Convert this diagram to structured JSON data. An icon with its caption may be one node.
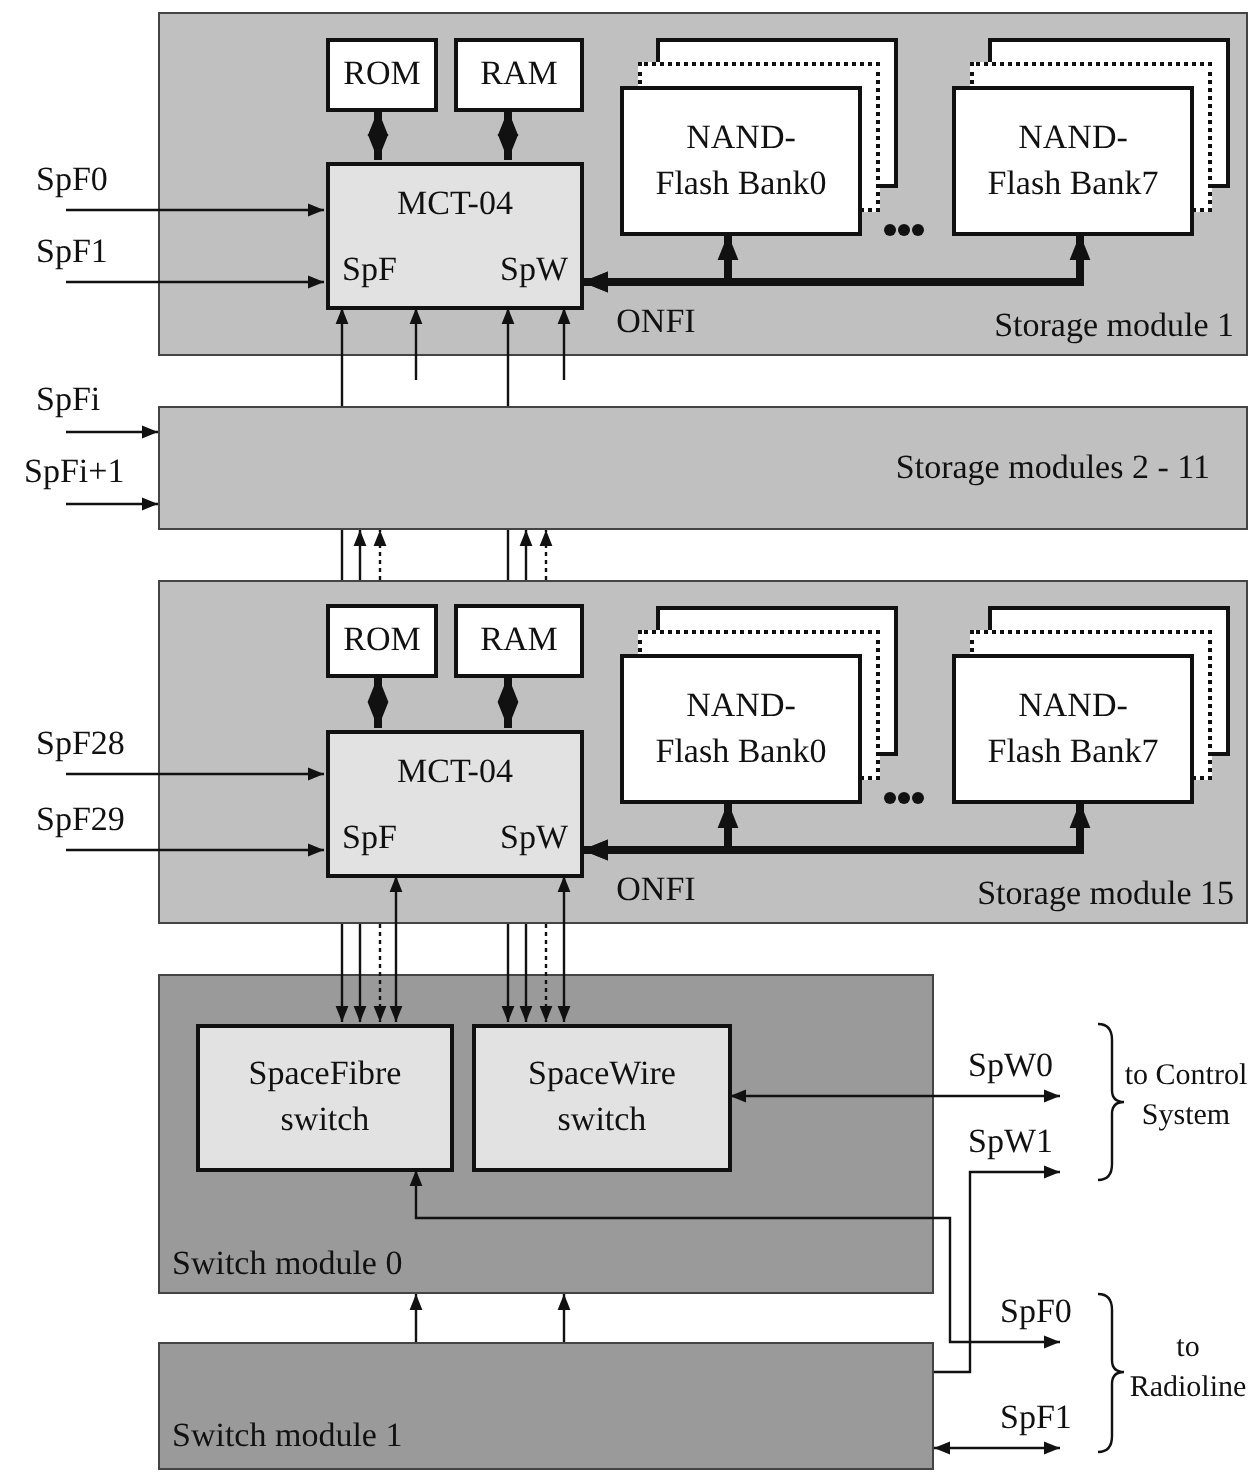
{
  "diagram": {
    "nodes": [
      {
        "text": [
          "Storage module 1"
        ]
      },
      {
        "text": [
          "ROM"
        ],
        "in": 0
      },
      {
        "text": [
          "RAM"
        ],
        "in": 0
      },
      {
        "text": [
          "MCT-04",
          "SpF",
          "SpW"
        ],
        "in": 0
      },
      {
        "text": [
          "NAND-Flash Bank0"
        ],
        "in": 0
      },
      {
        "text": [
          "NAND-Flash Bank7"
        ],
        "in": 0
      },
      {
        "text": [
          "Storage modules 2 - 11"
        ]
      },
      {
        "text": [
          "Storage module 15"
        ]
      },
      {
        "text": [
          "ROM"
        ],
        "in": 7
      },
      {
        "text": [
          "RAM"
        ],
        "in": 7
      },
      {
        "text": [
          "MCT-04",
          "SpF",
          "SpW"
        ],
        "in": 7
      },
      {
        "text": [
          "NAND-Flash Bank0"
        ],
        "in": 7
      },
      {
        "text": [
          "NAND-Flash Bank7"
        ],
        "in": 7
      },
      {
        "text": [
          "Switch module 0"
        ]
      },
      {
        "text": [
          "SpaceFibre switch"
        ],
        "in": 13
      },
      {
        "text": [
          "SpaceWire switch"
        ],
        "in": 13
      },
      {
        "text": [
          "Switch module 1"
        ]
      },
      {
        "text": [
          "SpF0"
        ]
      },
      {
        "text": [
          "SpF1"
        ]
      },
      {
        "text": [
          "SpFi"
        ]
      },
      {
        "text": [
          "SpFi+1"
        ]
      },
      {
        "text": [
          "SpF28"
        ]
      },
      {
        "text": [
          "SpF29"
        ]
      },
      {
        "text": [
          "SpW0"
        ]
      },
      {
        "text": [
          "SpW1"
        ]
      },
      {
        "text": [
          "SpF0"
        ]
      },
      {
        "text": [
          "SpF1"
        ]
      }
    ],
    "edges": [
      {
        "from": 17,
        "to": 3,
        "arrow": "to"
      },
      {
        "from": 18,
        "to": 3,
        "arrow": "to"
      },
      {
        "from": 1,
        "to": 3,
        "arrow": "both",
        "style": "thick"
      },
      {
        "from": 2,
        "to": 3,
        "arrow": "both",
        "style": "thick"
      },
      {
        "from": 3,
        "to": 4,
        "arrow": "both",
        "style": "thick"
      },
      {
        "from": 3,
        "to": 5,
        "arrow": "both",
        "style": "thick"
      },
      {
        "from": 6,
        "to": 3,
        "arrow": "to"
      },
      {
        "from": null,
        "to": 3,
        "arrow": "to"
      },
      {
        "from": 6,
        "to": 3,
        "arrow": "to"
      },
      {
        "from": null,
        "to": 3,
        "arrow": "to"
      },
      {
        "from": 19,
        "to": 6,
        "arrow": "to"
      },
      {
        "from": 20,
        "to": 6,
        "arrow": "to"
      },
      {
        "from": 7,
        "to": 6,
        "arrow": "none"
      },
      {
        "from": 7,
        "to": 6,
        "arrow": "to"
      },
      {
        "from": 7,
        "to": 6,
        "arrow": "to",
        "style": "dashed"
      },
      {
        "from": 7,
        "to": 6,
        "arrow": "none"
      },
      {
        "from": 7,
        "to": 6,
        "arrow": "to"
      },
      {
        "from": 7,
        "to": 6,
        "arrow": "to",
        "style": "dashed"
      },
      {
        "from": 21,
        "to": 10,
        "arrow": "to"
      },
      {
        "from": 22,
        "to": 10,
        "arrow": "to"
      },
      {
        "from": 8,
        "to": 10,
        "arrow": "both",
        "style": "thick"
      },
      {
        "from": 9,
        "to": 10,
        "arrow": "both",
        "style": "thick"
      },
      {
        "from": 10,
        "to": 11,
        "arrow": "both",
        "style": "thick"
      },
      {
        "from": 10,
        "to": 12,
        "arrow": "both",
        "style": "thick"
      },
      {
        "from": 7,
        "to": 14,
        "arrow": "to"
      },
      {
        "from": 7,
        "to": 14,
        "arrow": "to"
      },
      {
        "from": 7,
        "to": 14,
        "arrow": "to",
        "style": "dashed"
      },
      {
        "from": 10,
        "to": 14,
        "arrow": "both"
      },
      {
        "from": 7,
        "to": 15,
        "arrow": "to"
      },
      {
        "from": 7,
        "to": 15,
        "arrow": "to"
      },
      {
        "from": 7,
        "to": 15,
        "arrow": "to",
        "style": "dashed"
      },
      {
        "from": 10,
        "to": 15,
        "arrow": "both"
      },
      {
        "from": 15,
        "to": 23,
        "arrow": "both"
      },
      {
        "from": 16,
        "to": 24,
        "arrow": "to"
      },
      {
        "from": 14,
        "to": 25,
        "arrow": "both"
      },
      {
        "from": 16,
        "to": 26,
        "arrow": "both"
      },
      {
        "from": 16,
        "to": 13,
        "arrow": "to"
      },
      {
        "from": 16,
        "to": 13,
        "arrow": "to"
      }
    ],
    "labels": [
      "ONFI",
      "ONFI",
      "to Control System",
      "to Radioline"
    ]
  }
}
